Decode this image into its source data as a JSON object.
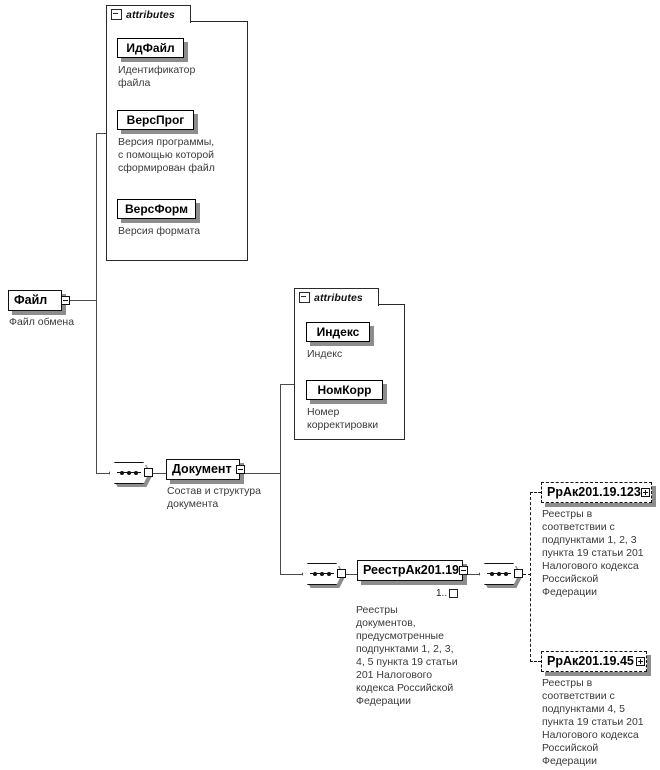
{
  "diagram": {
    "type": "xml-schema-tree",
    "root": {
      "name": "Файл",
      "description": "Файл обмена"
    },
    "attributes_groups": [
      {
        "tab_label": "attributes",
        "owner": "Файл",
        "items": [
          {
            "name": "ИдФайл",
            "description": "Идентификатор\nфайла"
          },
          {
            "name": "ВерсПрог",
            "description": "Версия программы,\nс помощью которой\nсформирован файл"
          },
          {
            "name": "ВерсФорм",
            "description": "Версия формата"
          }
        ]
      },
      {
        "tab_label": "attributes",
        "owner": "Документ",
        "items": [
          {
            "name": "Индекс",
            "description": "Индекс"
          },
          {
            "name": "НомКорр",
            "description": "Номер\nкорректировки"
          }
        ]
      }
    ],
    "nodes": [
      {
        "name": "Документ",
        "description": "Состав и структура\nдокумента",
        "expander": "minus"
      },
      {
        "name": "РеестрАк201.19",
        "description": "Реестры\nдокументов,\nпредусмотренные\nподпунктами 1, 2, 3,\n4, 5 пункта 19 статьи\n201 Налогового\nкодекса Российской\nФедерации",
        "expander": "minus",
        "multiplicity": "1..",
        "multiplicity_symbol": "unbounded-box"
      },
      {
        "name": "РрАк201.19.123",
        "description": "Реестры в\nсоответствии с\nподпунктами 1, 2, 3\nпункта 19 статьи 201\nНалогового кодекса\nРоссийской\nФедерации",
        "expander": "plus",
        "optional": true
      },
      {
        "name": "РрАк201.19.45",
        "description": "Реестры в\nсоответствии с\nподпунктами 4, 5\nпункта 19 статьи 201\nНалогового кодекса\nРоссийской\nФедерации",
        "expander": "plus",
        "optional": true
      }
    ],
    "compositors": [
      {
        "kind": "sequence",
        "id": "seq-document"
      },
      {
        "kind": "sequence",
        "id": "seq-reestr"
      },
      {
        "kind": "sequence",
        "id": "seq-rrak"
      }
    ],
    "colors": {
      "line": "#4a4a4a",
      "border": "#111111",
      "shadow": "#8d8d8d",
      "text": "#000000",
      "description_text": "#3a3a3a",
      "background": "#ffffff"
    }
  }
}
